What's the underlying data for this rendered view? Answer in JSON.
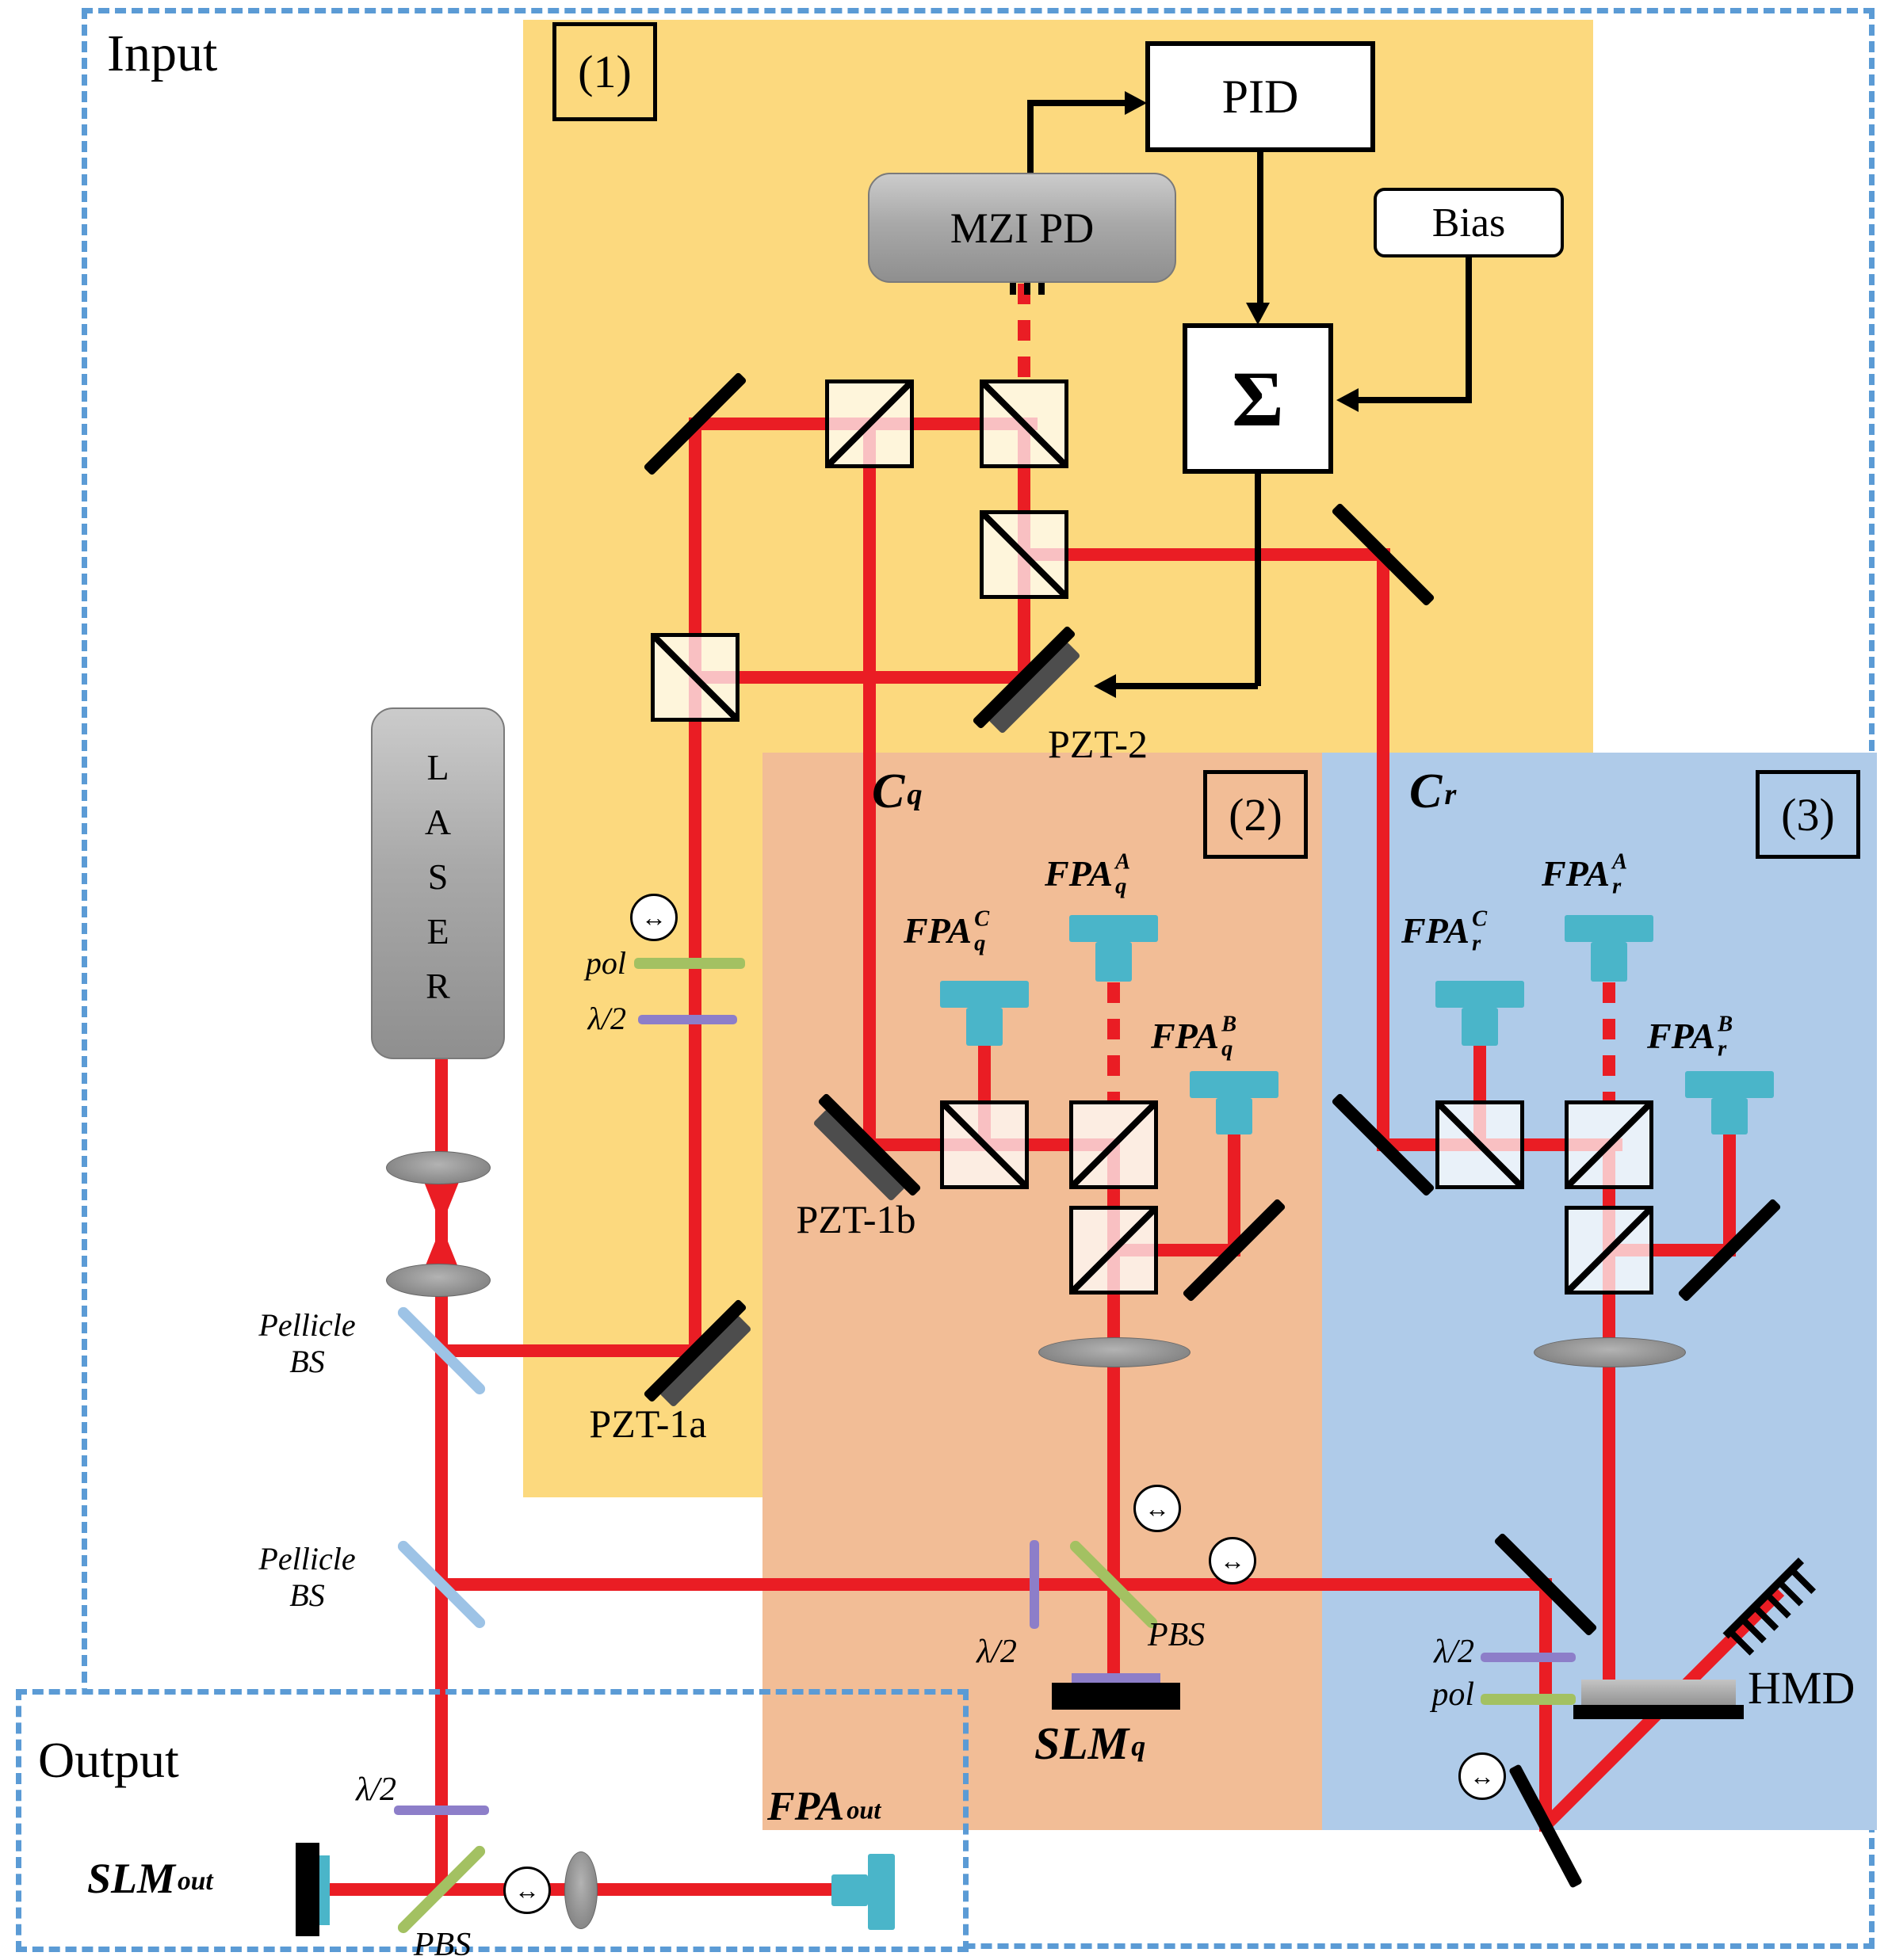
{
  "regions": {
    "input": "Input",
    "output": "Output",
    "r1": "(1)",
    "r2": "(2)",
    "r3": "(3)"
  },
  "boxes": {
    "pid": "PID",
    "bias": "Bias",
    "sum": "Σ",
    "mzi_pd": "MZI PD",
    "laser": "LASER"
  },
  "mirrors": {
    "pzt2": "PZT-2",
    "pzt1a": "PZT-1a",
    "pzt1b": "PZT-1b"
  },
  "optics": {
    "pellicle_bs_1": "Pellicle BS",
    "pellicle_bs_2": "Pellicle BS",
    "pol_1": "pol",
    "pol_r3": "pol",
    "hwp_1": "λ/2",
    "hwp_r2": "λ/2",
    "hwp_r3": "λ/2",
    "hwp_out": "λ/2",
    "pbs_r2": "PBS",
    "pbs_out": "PBS",
    "hmd": "HMD"
  },
  "math": {
    "cq": {
      "base": "C",
      "sub": "q"
    },
    "cr": {
      "base": "C",
      "sub": "r"
    },
    "fpa_qa": {
      "base": "FPA",
      "sub": "q",
      "sup": "A"
    },
    "fpa_qb": {
      "base": "FPA",
      "sub": "q",
      "sup": "B"
    },
    "fpa_qc": {
      "base": "FPA",
      "sub": "q",
      "sup": "C"
    },
    "fpa_ra": {
      "base": "FPA",
      "sub": "r",
      "sup": "A"
    },
    "fpa_rb": {
      "base": "FPA",
      "sub": "r",
      "sup": "B"
    },
    "fpa_rc": {
      "base": "FPA",
      "sub": "r",
      "sup": "C"
    },
    "slm_q": {
      "base": "SLM",
      "sub": "q"
    },
    "slm_out": {
      "base": "SLM",
      "sub": "out"
    },
    "fpa_out": {
      "base": "FPA",
      "sub": "out"
    }
  },
  "symbols": {
    "polarization_arrow": "↔"
  },
  "colors": {
    "beam": "#ea1d24",
    "region1_fill": "#fcd97e",
    "region2_fill": "#f2bd96",
    "region3_fill": "#afcbe9",
    "dashed_border": "#5b9bd5",
    "detector": "#4ab5c9",
    "polarizer": "#a3c162",
    "waveplate": "#8d7ec9",
    "pellicle": "#9dc3e6"
  }
}
